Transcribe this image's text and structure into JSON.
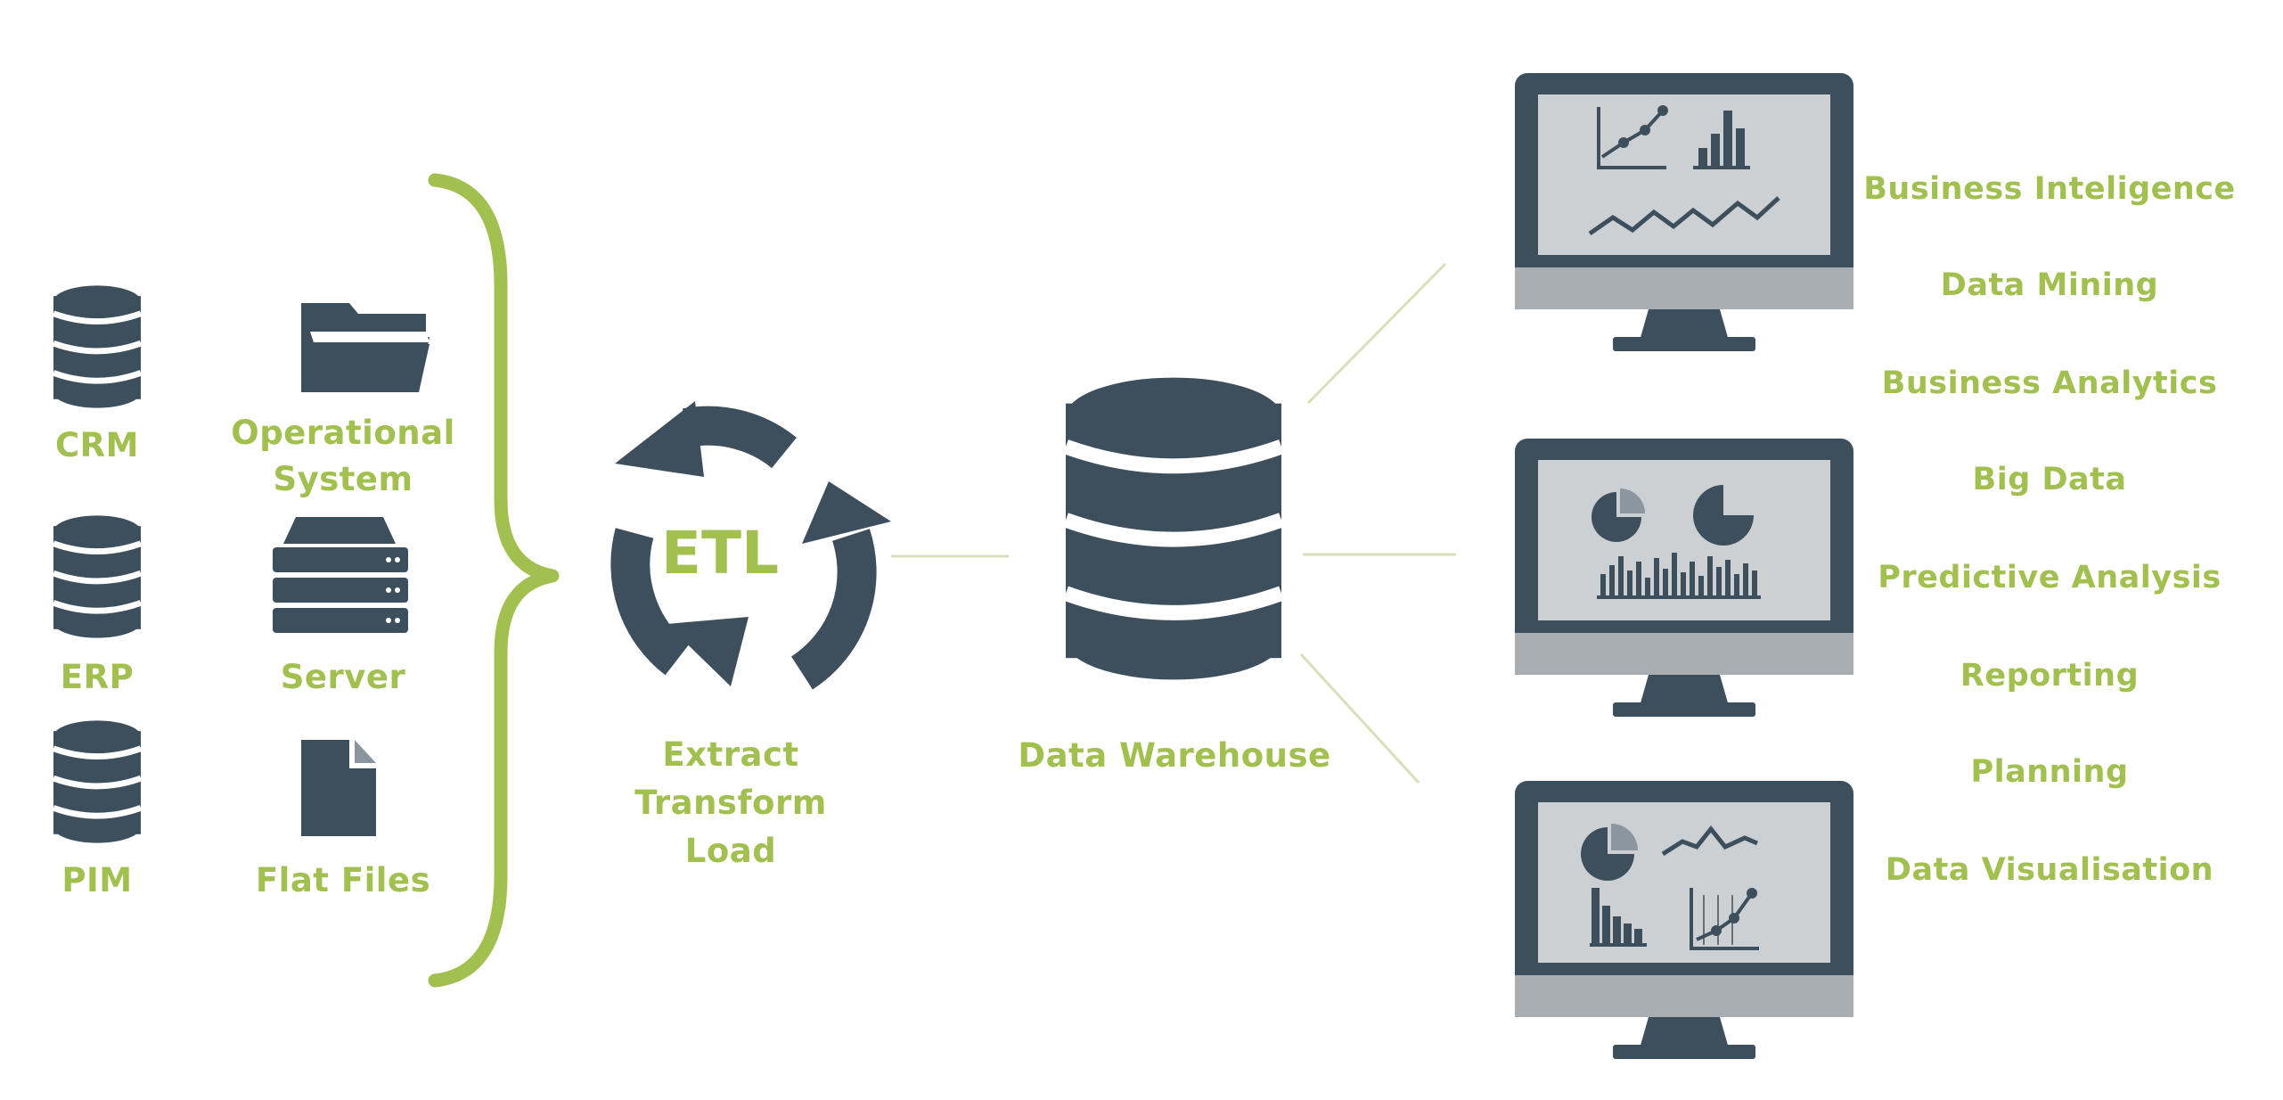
{
  "sources": {
    "databases": [
      {
        "label": "CRM",
        "icon": "database-icon"
      },
      {
        "label": "ERP",
        "icon": "database-icon"
      },
      {
        "label": "PIM",
        "icon": "database-icon"
      }
    ],
    "systems": [
      {
        "label_lines": [
          "Operational",
          "System"
        ],
        "icon": "folder-icon"
      },
      {
        "label": "Server",
        "icon": "server-rack-icon"
      },
      {
        "label": "Flat Files",
        "icon": "file-icon"
      }
    ]
  },
  "etl": {
    "center_text": "ETL",
    "caption_lines": [
      "Extract",
      "Transform",
      "Load"
    ],
    "icon": "cycle-arrows-icon"
  },
  "warehouse": {
    "label": "Data Warehouse",
    "icon": "database-icon"
  },
  "outputs": [
    "Business Inteligence",
    "Data Mining",
    "Business Analytics",
    "Big Data",
    "Predictive Analysis",
    "Reporting",
    "Planning",
    "Data Visualisation"
  ],
  "monitors": [
    {
      "icon": "monitor-line-bar-chart-icon"
    },
    {
      "icon": "monitor-pie-bar-chart-icon"
    },
    {
      "icon": "monitor-pie-line-chart-icon"
    }
  ],
  "colors": {
    "accent": "#a2c04f",
    "dark": "#3d4f5c",
    "screen": "#cdd0d3",
    "stand": "#a9aeb2"
  }
}
